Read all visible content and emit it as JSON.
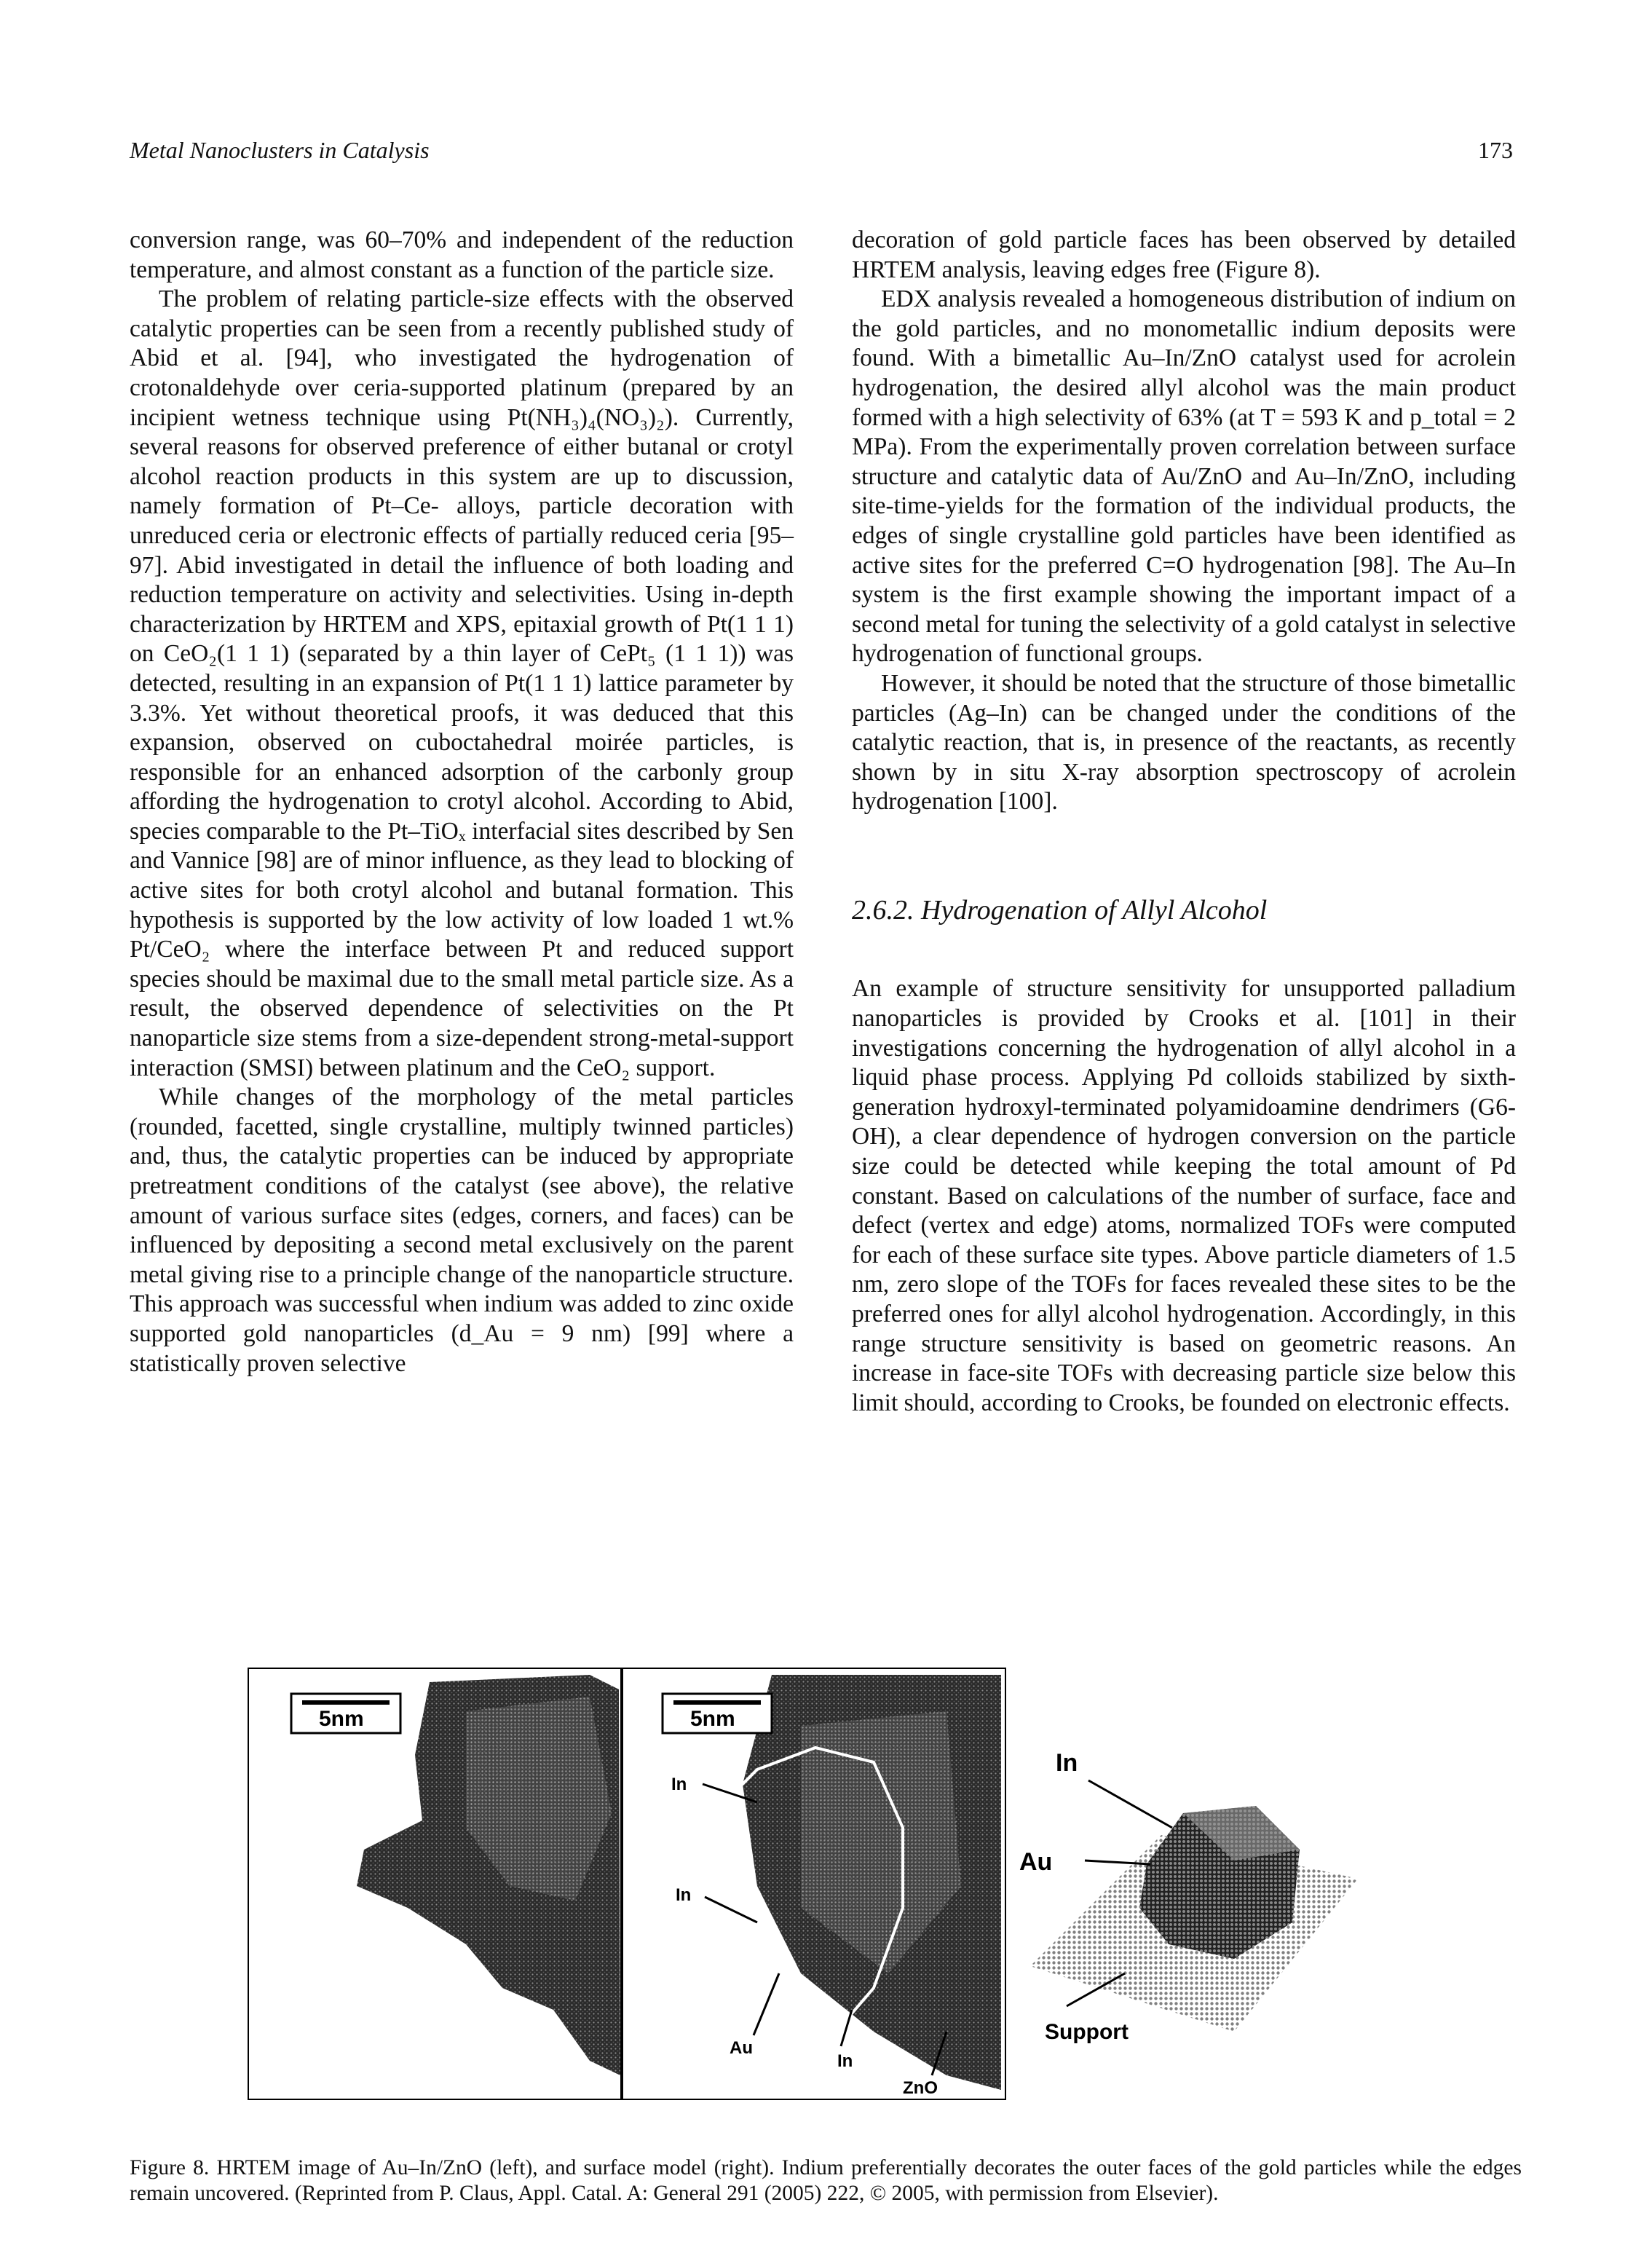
{
  "header": {
    "running_title": "Metal Nanoclusters in Catalysis",
    "page_number": "173"
  },
  "left_column": {
    "p1": "conversion range, was 60–70% and independent of the reduction temperature, and almost constant as a function of the particle size.",
    "p2": "The problem of relating particle-size effects with the observed catalytic properties can be seen from a recently published study of Abid et al. [94], who investigated the hydrogenation of crotonaldehyde over ceria-supported platinum (prepared by an incipient wetness technique using Pt(NH₃)₄(NO₃)₂). Currently, several reasons for observed preference of either butanal or crotyl alcohol reaction products in this system are up to discussion, namely formation of Pt–Ce- alloys, particle decoration with unreduced ceria or electronic effects of partially reduced ceria [95–97]. Abid investigated in detail the influence of both loading and reduction temperature on activity and selectivities. Using in-depth characterization by HRTEM and XPS, epitaxial growth of Pt(1 1 1) on CeO₂(1 1 1) (separated by a thin layer of CePt₅ (1 1 1)) was detected, resulting in an expansion of Pt(1 1 1) lattice parameter by 3.3%. Yet without theoretical proofs, it was deduced that this expansion, observed on cuboctahedral moirée particles, is responsible for an enhanced adsorption of the carbonly group affording the hydrogenation to crotyl alcohol. According to Abid, species comparable to the Pt–TiOₓ interfacial sites described by Sen and Vannice [98] are of minor influence, as they lead to blocking of active sites for both crotyl alcohol and butanal formation. This hypothesis is supported by the low activity of low loaded 1 wt.% Pt/CeO₂ where the interface between Pt and reduced support species should be maximal due to the small metal particle size. As a result, the observed dependence of selectivities on the Pt nanoparticle size stems from a size-dependent strong-metal-support interaction (SMSI) between platinum and the CeO₂ support.",
    "p3": "While changes of the morphology of the metal particles (rounded, facetted, single crystalline, multiply twinned particles) and, thus, the catalytic properties can be induced by appropriate pretreatment conditions of the catalyst (see above), the relative amount of various surface sites (edges, corners, and faces) can be influenced by depositing a second metal exclusively on the parent metal giving rise to a principle change of the nanoparticle structure. This approach was successful when indium was added to zinc oxide supported gold nanoparticles (d_Au = 9 nm) [99] where a statistically proven selective"
  },
  "right_column": {
    "p1": "decoration of gold particle faces has been observed by detailed HRTEM analysis, leaving edges free (Figure 8).",
    "p2": "EDX analysis revealed a homogeneous distribution of indium on the gold particles, and no monometallic indium deposits were found. With a bimetallic Au–In/ZnO catalyst used for acrolein hydrogenation, the desired allyl alcohol was the main product formed with a high selectivity of 63% (at T = 593 K and p_total = 2 MPa). From the experimentally proven correlation between surface structure and catalytic data of Au/ZnO and Au–In/ZnO, including site-time-yields for the formation of the individual products, the edges of single crystalline gold particles have been identified as active sites for the preferred C=O hydrogenation [98]. The Au–In system is the first example showing the important impact of a second metal for tuning the selectivity of a gold catalyst in selective hydrogenation of functional groups.",
    "p3": "However, it should be noted that the structure of those bimetallic particles (Ag–In) can be changed under the conditions of the catalytic reaction, that is, in presence of the reactants, as recently shown by in situ X-ray absorption spectroscopy of acrolein hydrogenation [100].",
    "section_heading": "2.6.2. Hydrogenation of Allyl Alcohol",
    "p4": "An example of structure sensitivity for unsupported palladium nanoparticles is provided by Crooks et al. [101] in their investigations concerning the hydrogenation of allyl alcohol in a liquid phase process. Applying Pd colloids stabilized by sixth-generation hydroxyl-terminated polyamidoamine dendrimers (G6-OH), a clear dependence of hydrogen conversion on the particle size could be detected while keeping the total amount of Pd constant. Based on calculations of the number of surface, face and defect (vertex and edge) atoms, normalized TOFs were computed for each of these surface site types. Above particle diameters of 1.5 nm, zero slope of the TOFs for faces revealed these sites to be the preferred ones for allyl alcohol hydrogenation. Accordingly, in this range structure sensitivity is based on geometric reasons. An increase in face-site TOFs with decreasing particle size below this limit should, according to Crooks, be founded on electronic effects."
  },
  "figure": {
    "scalebar_left": "5nm",
    "scalebar_right": "5nm",
    "labels_tem": [
      "In",
      "In",
      "Au",
      "In",
      "ZnO"
    ],
    "labels_model": [
      "In",
      "Au",
      "Support"
    ],
    "caption": "Figure 8. HRTEM image of Au–In/ZnO (left), and surface model (right). Indium preferentially decorates the outer faces of the gold particles while the edges remain uncovered. (Reprinted from P. Claus, Appl. Catal. A: General 291 (2005) 222, © 2005, with permission from Elsevier)."
  }
}
